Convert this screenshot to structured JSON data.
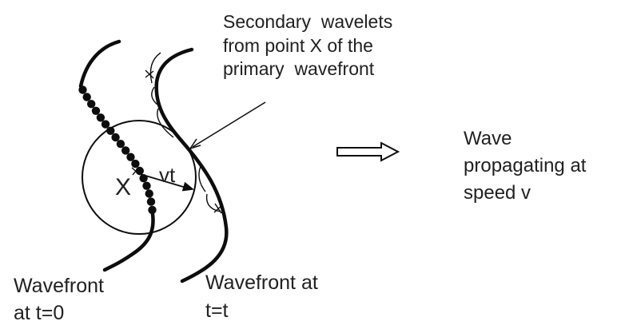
{
  "diagram": {
    "labels": {
      "secondary_wavelets": {
        "line1": "Secondary  wavelets",
        "line2": "from point X of the",
        "line3": "primary  wavefront"
      },
      "wave_propagation": {
        "line1": "Wave",
        "line2": "propagating at",
        "line3": "speed v"
      },
      "wavefront_t0": {
        "line1": "Wavefront",
        "line2": "at t=0"
      },
      "wavefront_tt": {
        "line1": "Wavefront at",
        "line2": "t=t"
      },
      "point_label": "X",
      "radius_label": "vt"
    },
    "colors": {
      "ink": "#0d0d0d",
      "text": "#212121",
      "background": "#ffffff"
    },
    "dots": {
      "count": 18,
      "radius": 5.2
    }
  }
}
